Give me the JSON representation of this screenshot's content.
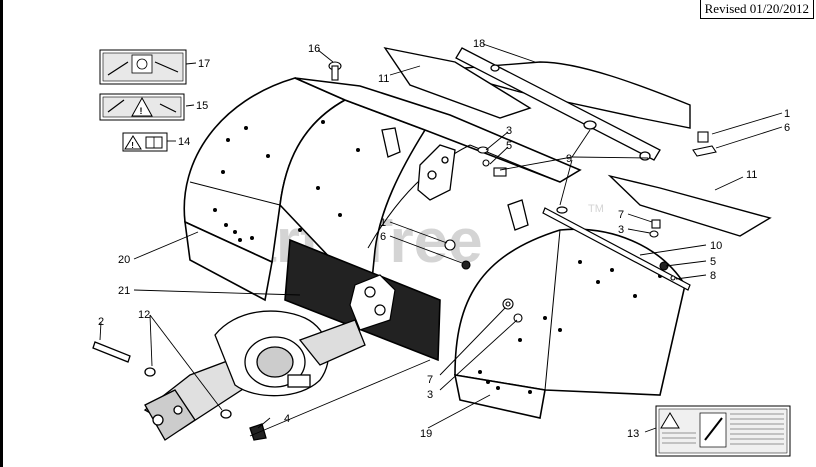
{
  "header": {
    "revised": "Revised 01/20/2012"
  },
  "watermark": {
    "text": "PartsTree",
    "tm": "TM"
  },
  "callouts": [
    "1",
    "1",
    "2",
    "3",
    "3",
    "3",
    "4",
    "5",
    "5",
    "6",
    "6",
    "7",
    "7",
    "8",
    "9",
    "10",
    "11",
    "11",
    "12",
    "13",
    "14",
    "15",
    "16",
    "17",
    "18",
    "19",
    "20",
    "21"
  ],
  "colors": {
    "line": "#000000",
    "watermark": "#d4d4d4",
    "decal_fill": "#e8e8e8"
  },
  "icons": [
    "warning-triangle-icon",
    "manual-book-icon",
    "caution-decal-icon",
    "rotating-tine-icon",
    "hand-hazard-icon"
  ]
}
